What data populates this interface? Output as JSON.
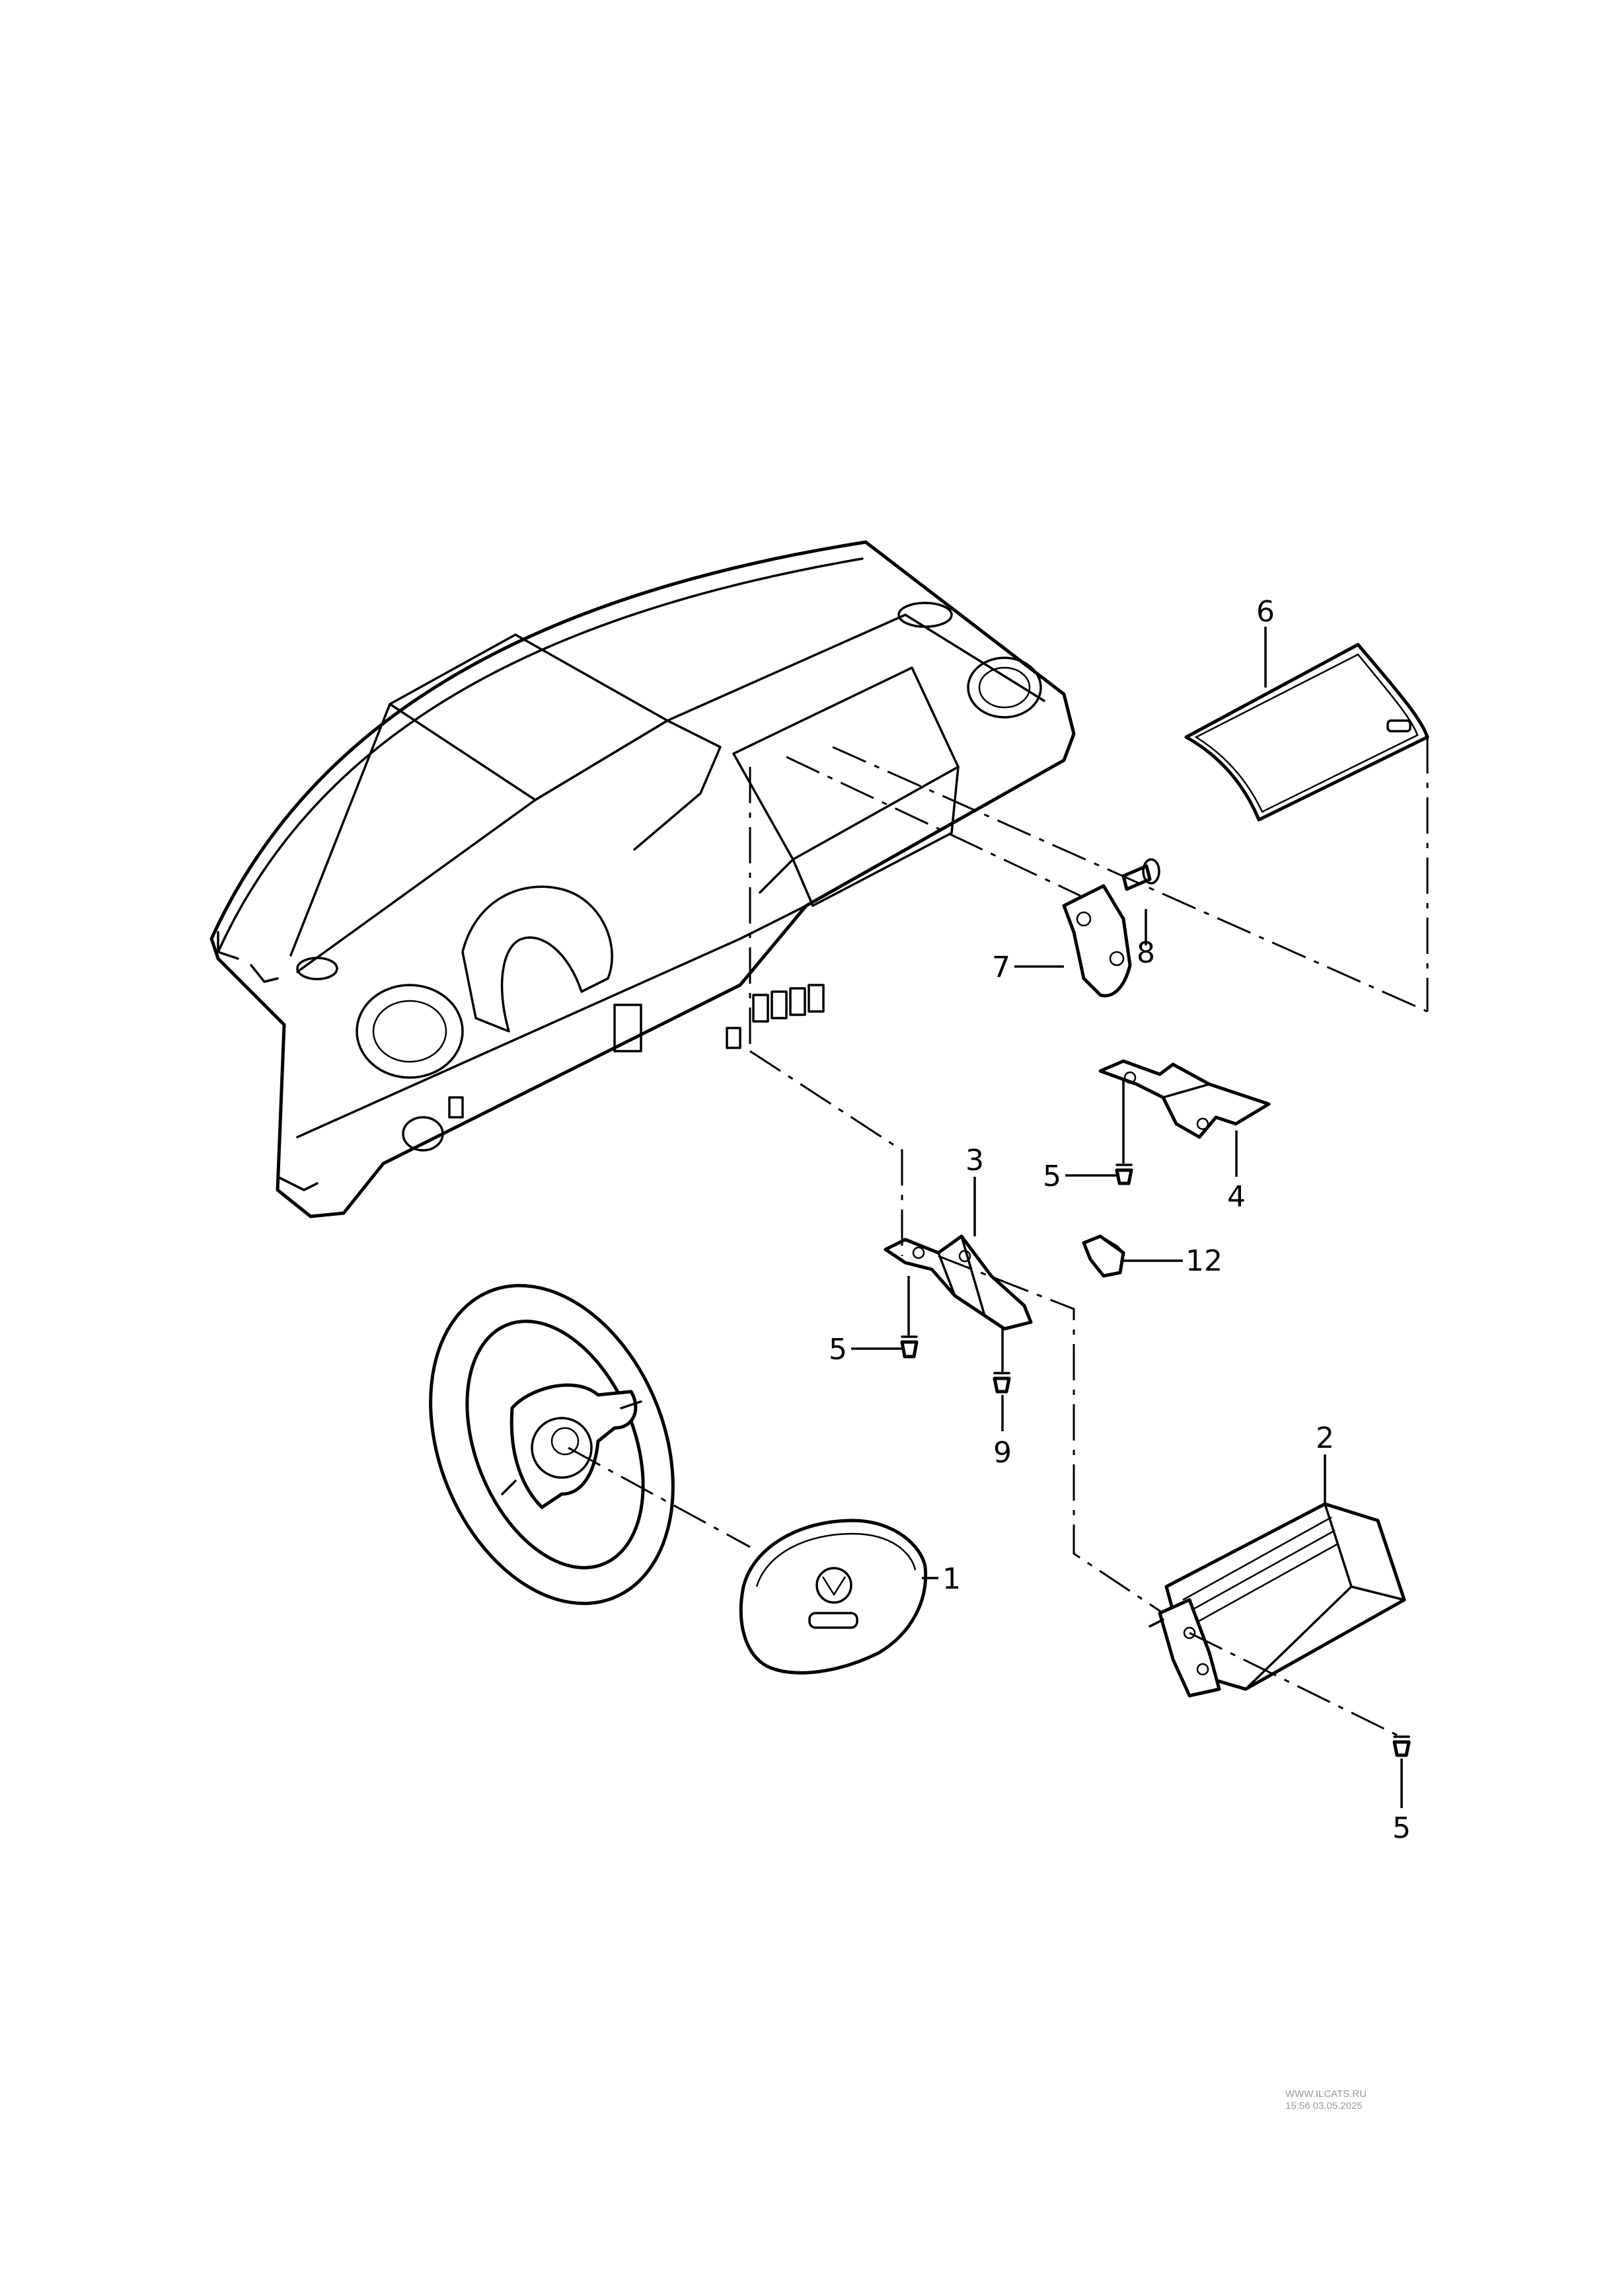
{
  "callouts": [
    {
      "id": "callout-1",
      "label": "1"
    },
    {
      "id": "callout-2",
      "label": "2"
    },
    {
      "id": "callout-3",
      "label": "3"
    },
    {
      "id": "callout-4",
      "label": "4"
    },
    {
      "id": "callout-5a",
      "label": "5"
    },
    {
      "id": "callout-5b",
      "label": "5"
    },
    {
      "id": "callout-5c",
      "label": "5"
    },
    {
      "id": "callout-6",
      "label": "6"
    },
    {
      "id": "callout-7",
      "label": "7"
    },
    {
      "id": "callout-8",
      "label": "8"
    },
    {
      "id": "callout-9",
      "label": "9"
    },
    {
      "id": "callout-12",
      "label": "12"
    }
  ],
  "watermark": {
    "site": "WWW.ILCATS.RU",
    "timestamp": "15:56 03.05.2025"
  }
}
